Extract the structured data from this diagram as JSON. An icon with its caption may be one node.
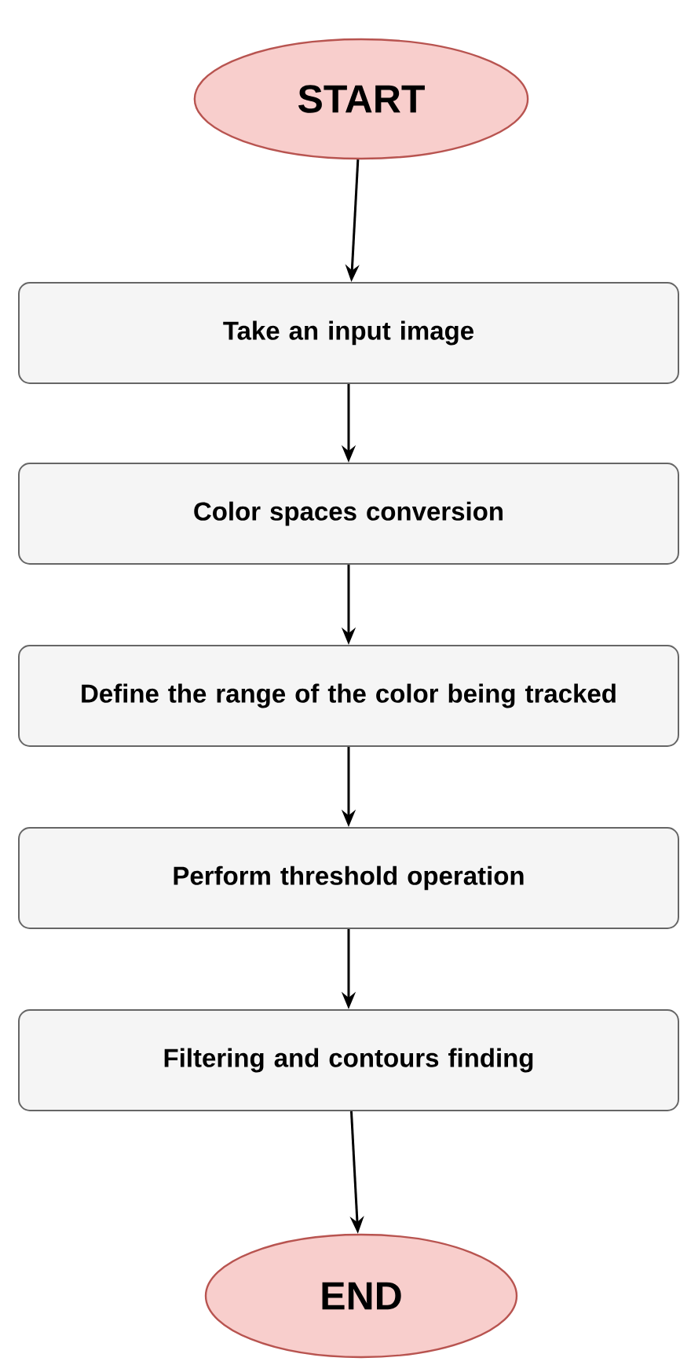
{
  "diagram": {
    "nodes": [
      {
        "text": [
          "START"
        ]
      },
      {
        "text": [
          "Take an input image"
        ]
      },
      {
        "text": [
          "Color spaces conversion"
        ]
      },
      {
        "text": [
          "Define the range of the color being tracked"
        ]
      },
      {
        "text": [
          "Perform threshold operation"
        ]
      },
      {
        "text": [
          "Filtering and contours finding"
        ]
      },
      {
        "text": [
          "END"
        ]
      }
    ],
    "edges": [
      {
        "from": 0,
        "to": 1,
        "arrow": "to"
      },
      {
        "from": 1,
        "to": 2,
        "arrow": "to"
      },
      {
        "from": 2,
        "to": 3,
        "arrow": "to"
      },
      {
        "from": 3,
        "to": 4,
        "arrow": "to"
      },
      {
        "from": 4,
        "to": 5,
        "arrow": "to"
      },
      {
        "from": 5,
        "to": 6,
        "arrow": "to"
      }
    ]
  }
}
